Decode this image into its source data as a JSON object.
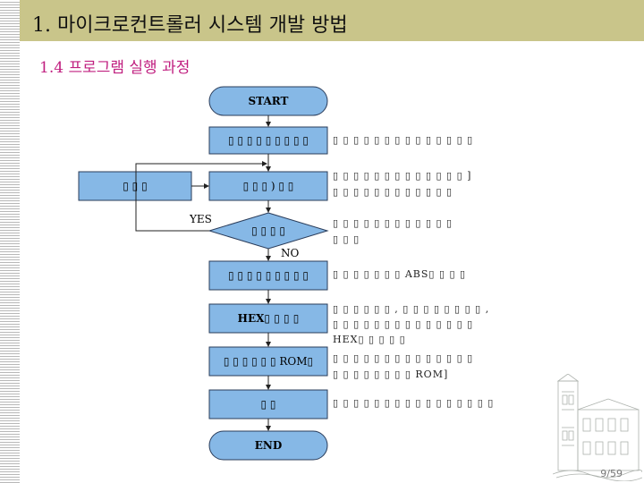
{
  "slide": {
    "title": "1. 마이크로컨트롤러 시스템 개발 방법",
    "subtitle": "1.4 프로그램 실행 과정",
    "page": "9/59"
  },
  "flowchart": {
    "start": "START",
    "end": "END",
    "yes_label": "YES",
    "no_label": "NO",
    "steps": [
      {
        "label": "▯ ▯ ▯ ▯ ▯ ▯ ▯ ▯ ▯"
      },
      {
        "label": "▯ ▯ ▯ ) ▯ ▯"
      },
      {
        "label": "▯ ▯ ▯ ▯"
      },
      {
        "label": "▯ ▯ ▯ ▯  ▯ ▯ ▯ ▯ ▯"
      },
      {
        "label": "HEX▯ ▯ ▯ ▯"
      },
      {
        "label": "▯ ▯ ▯ ▯  ▯ ▯  ROM▯"
      },
      {
        "label": "▯ ▯"
      }
    ],
    "side_box": "▯ ▯ ▯",
    "notes": [
      {
        "lines": [
          "▯ ▯ ▯ ▯ ▯ ▯ ▯ ▯  ▯ ▯ ▯ ▯  ▯ ▯"
        ]
      },
      {
        "lines": [
          "▯ ▯ ▯ ▯ ▯  ▯ ▯ ▯ ▯  ▯ ▯ ▯ ▯ ]",
          "▯ ▯ ▯ ▯ ▯  ▯ ▯ ▯ ▯ ▯  ▯ ▯"
        ]
      },
      {
        "lines": [
          "▯ ▯ ▯  ▯ ▯ ▯  ▯ ▯ ▯ ▯  ▯ ▯",
          "▯ ▯ ▯"
        ]
      },
      {
        "lines": [
          "▯ ▯ ▯  ▯ ▯ ▯ ▯  ABS▯ ▯  ▯ ▯"
        ]
      },
      {
        "lines": [
          "▯ ▯ ▯ ▯ ▯ ▯ , ▯ ▯ ▯  ▯ ▯ ▯ ▯ ▯ ,",
          "▯ ▯ ▯ ▯ ▯  ▯ ▯ ▯ ▯  ▯ ▯  ▯ ▯ ▯",
          "HEX▯ ▯ ▯  ▯ ▯"
        ]
      },
      {
        "lines": [
          "▯ ▯ ▯  ▯ ▯ ▯ ▯ ▯  ▯ ▯ ▯ ▯ ▯  ▯",
          "▯ ▯ ▯  ▯ ▯ ▯ ▯ ▯  ROM]"
        ]
      },
      {
        "lines": [
          "▯ ▯  ▯ ▯ ▯ ▯  ▯ ▯ ▯  ▯ ▯ ▯ ▯ ▯  ▯ ▯"
        ]
      }
    ]
  }
}
